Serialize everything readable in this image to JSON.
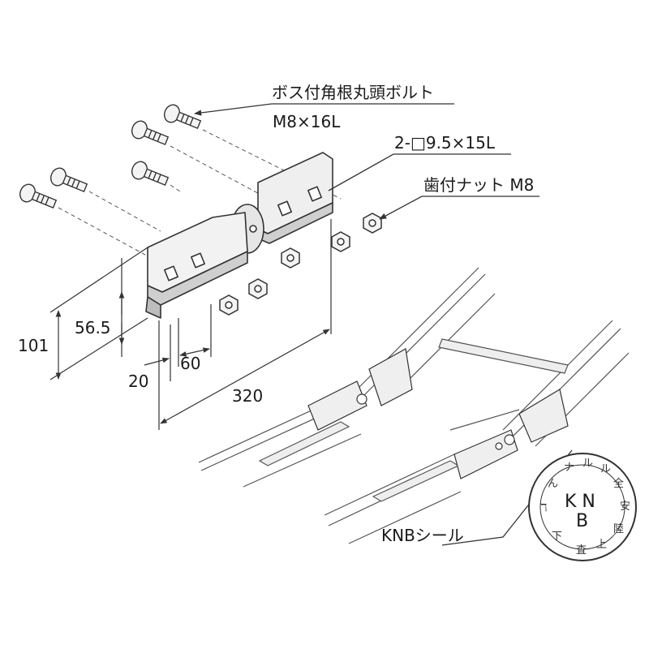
{
  "labels": {
    "bolt_name": "ボス付角根丸頭ボルト",
    "bolt_size": "M8×16L",
    "slot_spec": "2-□9.5×15L",
    "nut": "歯付ナット M8",
    "seal": "KNBシール"
  },
  "dimensions": {
    "height_101": "101",
    "height_56_5": "56.5",
    "offset_20": "20",
    "pitch_60": "60",
    "length_320": "320"
  },
  "seal": {
    "center_text_top": "K N",
    "center_text_bottom": "B"
  },
  "colors": {
    "line": "#333333",
    "metal": "#e8e8e8",
    "shade": "#bdbdbd"
  }
}
